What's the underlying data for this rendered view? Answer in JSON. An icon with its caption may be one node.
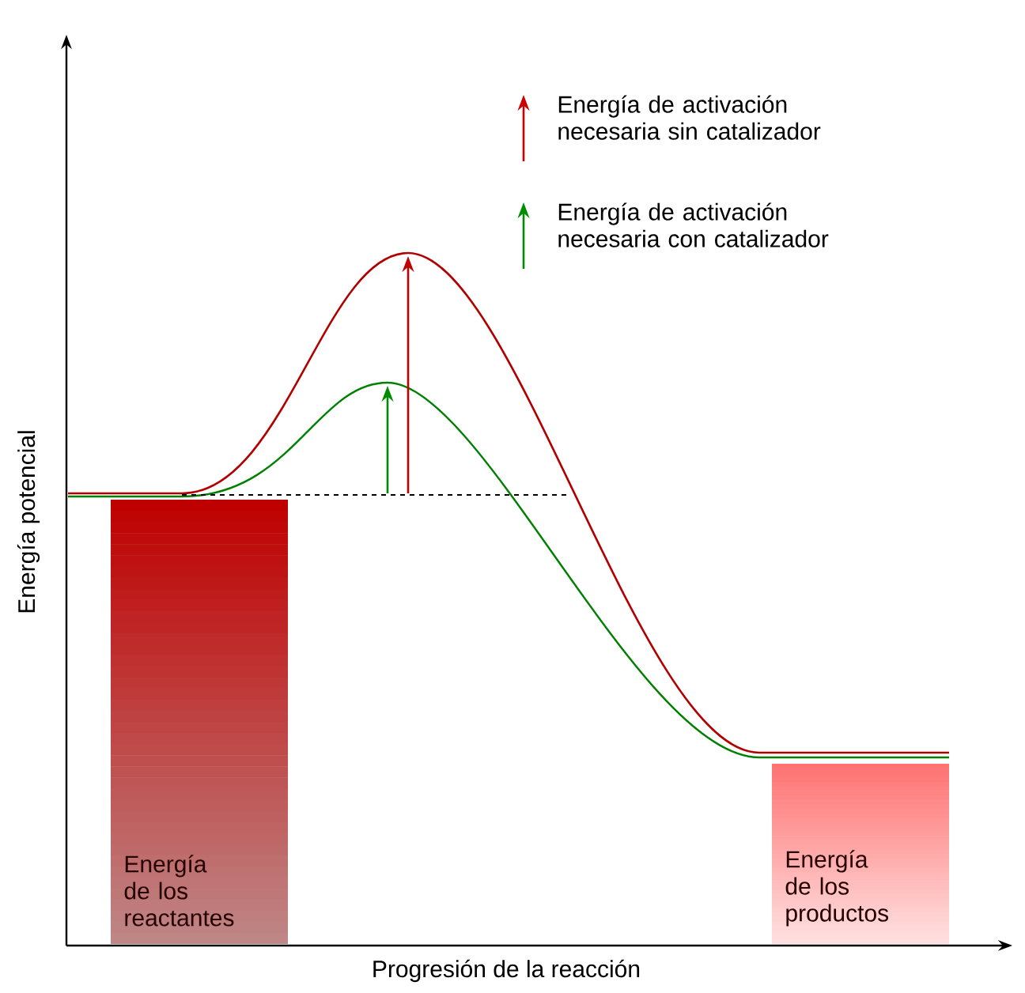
{
  "diagram": {
    "nodes": [
      {
        "text": [
          "Energía de los reactantes"
        ]
      },
      {
        "text": [
          "Energía de los productos"
        ]
      }
    ],
    "edges": [],
    "labels": [
      "Energía potencial",
      "Progresión de la reacción"
    ],
    "legend": [
      {
        "text": "Energía de activación necesaria sin catalizador"
      },
      {
        "text": "Energía de activación necesaria con catalizador"
      }
    ]
  }
}
